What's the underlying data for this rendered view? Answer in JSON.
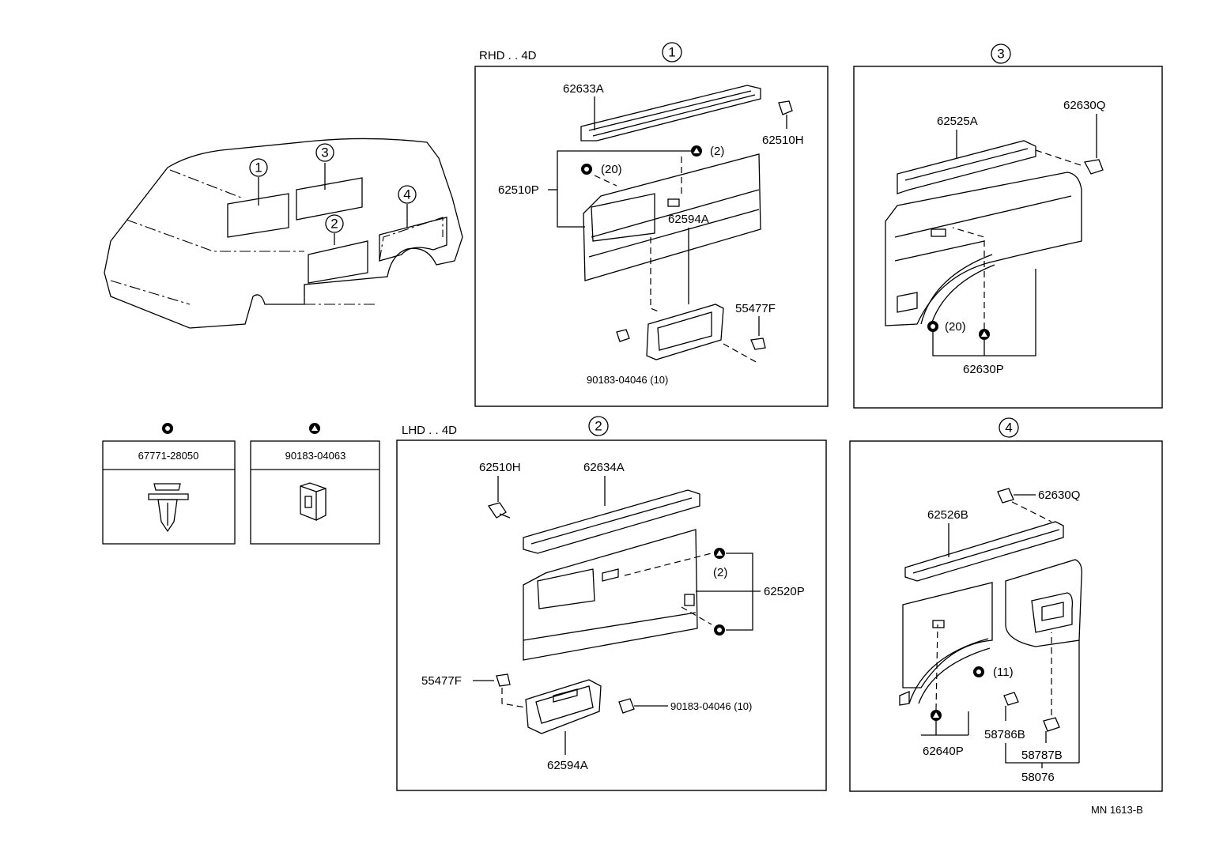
{
  "sections": {
    "s1": {
      "circle": "1",
      "header": "RHD . . 4D"
    },
    "s2": {
      "circle": "2",
      "header": "LHD . . 4D"
    },
    "s3": {
      "circle": "3"
    },
    "s4": {
      "circle": "4"
    }
  },
  "overview": {
    "regions": [
      "1",
      "3",
      "2",
      "4"
    ]
  },
  "legend": [
    {
      "symbol": "clip-icon",
      "part": "67771-28050"
    },
    {
      "symbol": "triangle-clip-icon",
      "part": "90183-04063"
    }
  ],
  "parts_s1": {
    "p1": "62633A",
    "p2": "62510H",
    "p3": "62510P",
    "qty20": "(20)",
    "qty2": "(2)",
    "p4": "62594A",
    "p5": "55477F",
    "p6": "90183-04046 (10)"
  },
  "parts_s3": {
    "p1": "62525A",
    "p2": "62630Q",
    "qty20": "(20)",
    "p3": "62630P"
  },
  "parts_s2": {
    "p1": "62510H",
    "p2": "62634A",
    "qty2": "(2)",
    "p3": "62520P",
    "p4": "55477F",
    "p5": "90183-04046 (10)",
    "p6": "62594A"
  },
  "parts_s4": {
    "p1": "62630Q",
    "p2": "62526B",
    "qty11": "(11)",
    "p3": "62640P",
    "p4": "58786B",
    "p5": "58787B",
    "p6": "58076"
  },
  "footer": {
    "code": "MN  1613-B"
  }
}
